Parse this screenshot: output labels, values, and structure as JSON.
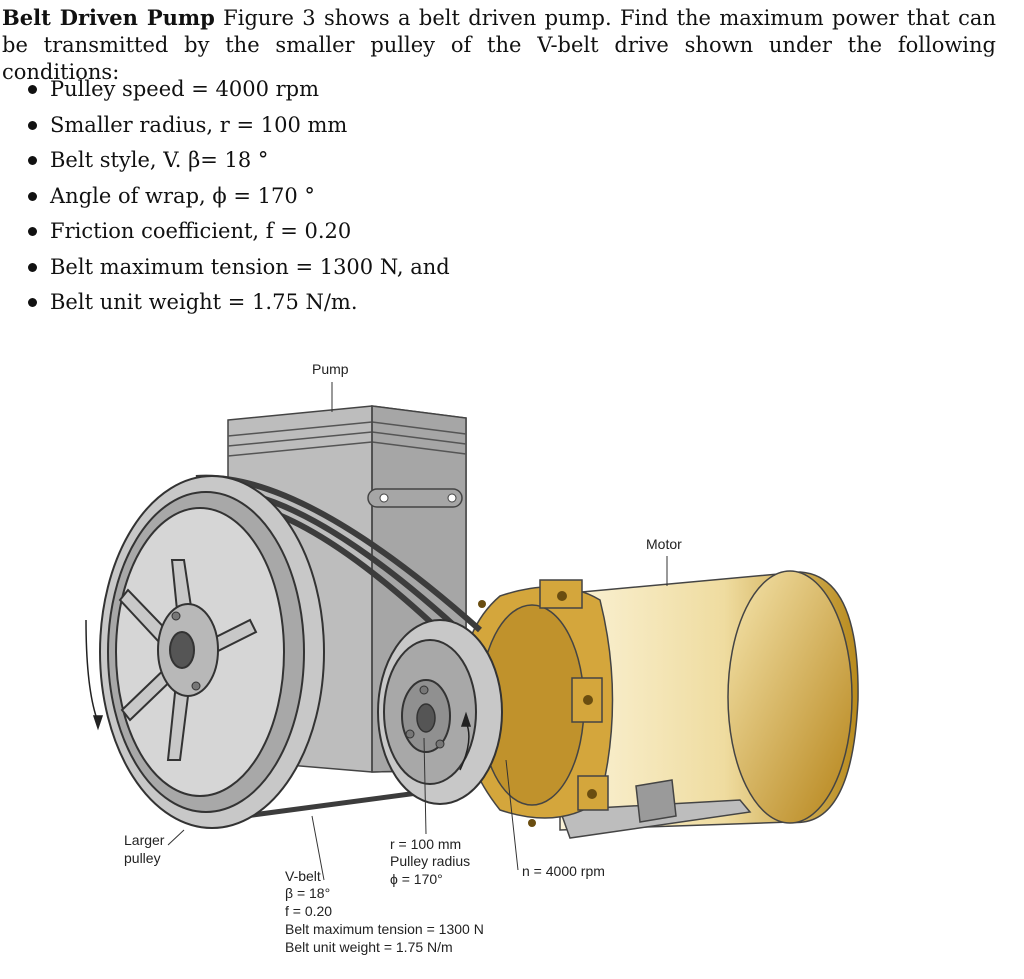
{
  "problem": {
    "title": "Belt Driven Pump",
    "statement": "Figure 3 shows a belt driven pump.  Find the maximum power that can be transmitted by the smaller pulley of the V-belt drive shown under the following conditions:",
    "conditions": [
      "Pulley speed = 4000 rpm",
      "Smaller radius, r = 100 mm",
      "Belt style, V. β= 18 °",
      "Angle of wrap, ϕ = 170 °",
      "Friction coefficient, f = 0.20",
      "Belt maximum tension = 1300 N, and",
      "Belt unit weight = 1.75 N/m."
    ]
  },
  "figure": {
    "pump_label": "Pump",
    "motor_label": "Motor",
    "larger_pulley_line1": "Larger",
    "larger_pulley_line2": "pulley",
    "small_r": "r = 100 mm",
    "small_radius": "Pulley radius",
    "small_phi": "ϕ = 170°",
    "speed": "n = 4000 rpm",
    "vbelt_lines": [
      "V-belt",
      "β = 18°",
      "f = 0.20",
      "Belt maximum tension = 1300 N",
      "Belt unit weight = 1.75 N/m"
    ],
    "colors": {
      "gray_light": "#c8c8c8",
      "gray_mid": "#9a9a9a",
      "gray_dark": "#5a5a5a",
      "belt": "#3c3c3c",
      "gold": "#d4a63c",
      "cream": "#f4e8c0"
    }
  }
}
